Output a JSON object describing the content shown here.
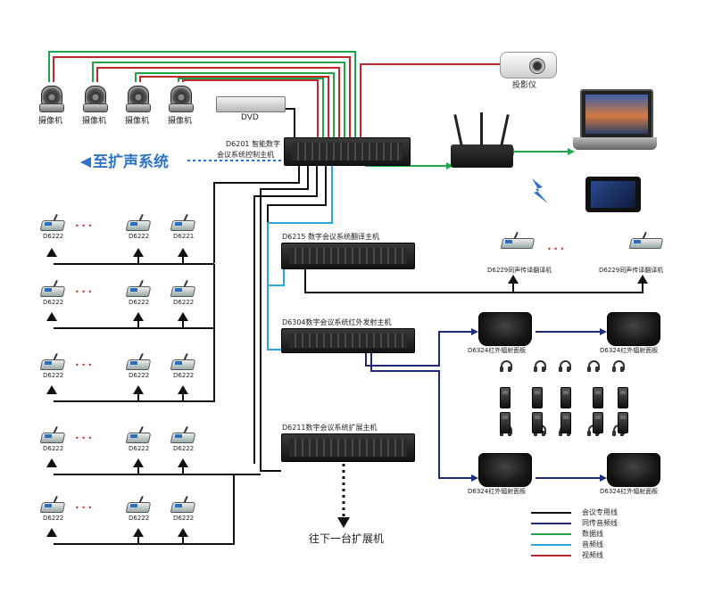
{
  "cameras": {
    "label": "摄像机"
  },
  "dvd": {
    "label": "DVD"
  },
  "projector": {
    "label": "投影仪"
  },
  "host": {
    "line1": "D6201 智能数字",
    "line2": "会议系统控制主机"
  },
  "to_pa": "至扩声系统",
  "interp_host": {
    "label": "D6215 数字会议系统翻译主机"
  },
  "ir_tx": {
    "label": "D6304数字会议系统红外发射主机"
  },
  "ext_host": {
    "label": "D6211数字会议系统扩展主机"
  },
  "next_ext": "往下一台扩展机",
  "mic_chair": "D6221",
  "mic_delegate": "D6222",
  "interp_unit": "D6229同声传译翻译机",
  "ir_panel": "D6324红外辐射面板",
  "dots": "• • •",
  "legend": [
    {
      "label": "会议专用线",
      "color": "#111111"
    },
    {
      "label": "同传音频线",
      "color": "#1f2a7a"
    },
    {
      "label": "数据线",
      "color": "#22a34a"
    },
    {
      "label": "音频线",
      "color": "#2aa6dd"
    },
    {
      "label": "视频线",
      "color": "#c0282b"
    }
  ]
}
